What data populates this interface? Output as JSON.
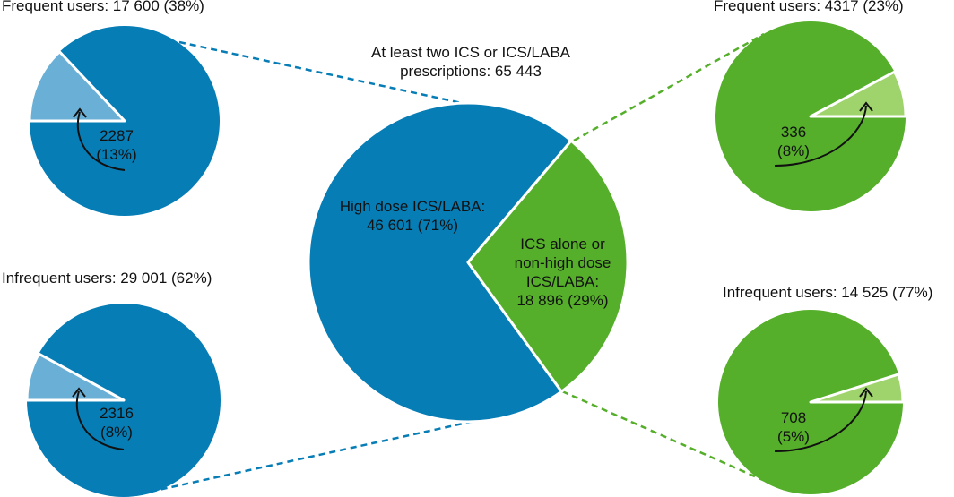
{
  "chart_data": {
    "type": "pie",
    "colors": {
      "blue": "#077db6",
      "light_blue": "#6aafd6",
      "green": "#55af2a",
      "light_green": "#9fd46c",
      "stroke": "#ffffff"
    },
    "main": {
      "title_line1": "At least two ICS or ICS/LABA",
      "title_line2": "prescriptions: 65 443",
      "slices": [
        {
          "name": "High dose ICS/LABA",
          "value": 46601,
          "percent": 71,
          "label_line1": "High dose ICS/LABA:",
          "label_line2": "46 601 (71%)"
        },
        {
          "name": "ICS alone or non-high dose ICS/LABA",
          "value": 18896,
          "percent": 29,
          "label_lines": [
            "ICS alone or",
            "non-high dose",
            "ICS/LABA:",
            "18 896 (29%)"
          ]
        }
      ]
    },
    "sub_pies": [
      {
        "group": "High dose ICS/LABA",
        "title": "Frequent users: 17 600 (38%)",
        "total": 17600,
        "highlight_value": 2287,
        "highlight_percent": 13,
        "label_line1": "2287",
        "label_line2": "(13%)"
      },
      {
        "group": "High dose ICS/LABA",
        "title": "Infrequent users: 29 001 (62%)",
        "total": 29001,
        "highlight_value": 2316,
        "highlight_percent": 8,
        "label_line1": "2316",
        "label_line2": "(8%)"
      },
      {
        "group": "ICS alone or non-high dose ICS/LABA",
        "title": "Frequent users: 4317 (23%)",
        "total": 4317,
        "highlight_value": 336,
        "highlight_percent": 8,
        "label_line1": "336",
        "label_line2": "(8%)"
      },
      {
        "group": "ICS alone or non-high dose ICS/LABA",
        "title": "Infrequent users: 14 525 (77%)",
        "total": 14525,
        "highlight_value": 708,
        "highlight_percent": 5,
        "label_line1": "708",
        "label_line2": "(5%)"
      }
    ]
  }
}
